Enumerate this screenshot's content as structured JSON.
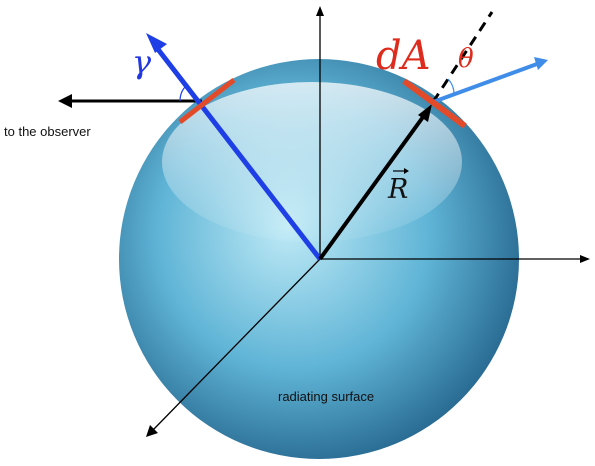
{
  "labels": {
    "observer": "to the observer",
    "surface": "radiating surface",
    "gamma": "γ",
    "dA": "dA",
    "theta": "θ",
    "R": "R"
  },
  "colors": {
    "sphere_light": "#bfeaf6",
    "sphere_mid": "#5fb4d6",
    "sphere_dark": "#1f5d86",
    "normal_vector": "#1f3fe6",
    "emission_ray": "#3f8de8",
    "surface_patch": "#e34a2a",
    "label_red": "#dd2c1e",
    "label_blue": "#2438e0",
    "axes": "#000000"
  }
}
